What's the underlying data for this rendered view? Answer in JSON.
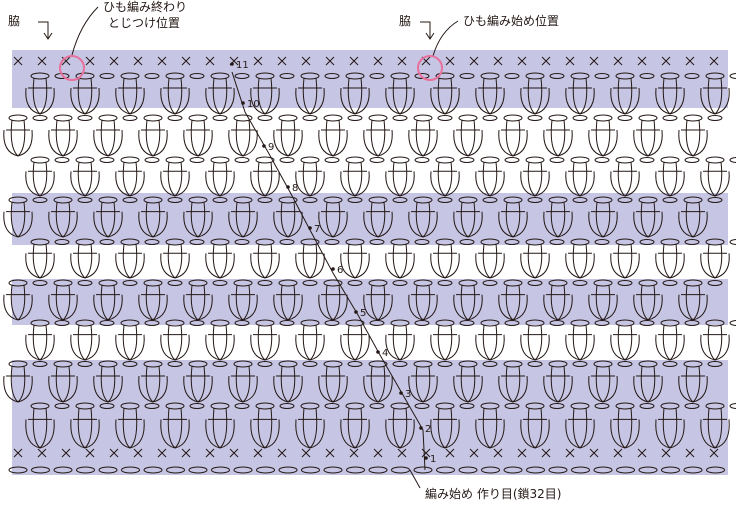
{
  "labels": {
    "left_side": "脇",
    "right_side": "脇",
    "finish_line1": "ひも編み終わり",
    "finish_line2": "とじつけ位置",
    "start_tie": "ひも編み始め位置",
    "bottom_note": "編み始め 作り目(鎖32目)"
  },
  "row_numbers": [
    "1",
    "2",
    "3",
    "4",
    "5",
    "6",
    "7",
    "8",
    "9",
    "10",
    "11"
  ],
  "colors": {
    "band": "#c6c5e3",
    "ink": "#231815",
    "circle": "#e8709c"
  },
  "icon_names": [
    "arrow-down-icon",
    "marker-circle-icon",
    "chain-stitch-icon",
    "single-crochet-icon",
    "puff-stitch-icon"
  ]
}
